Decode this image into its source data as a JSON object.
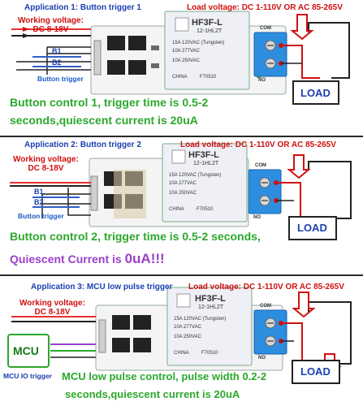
{
  "panel1": {
    "title": "Application 1: Button trigger 1",
    "load_voltage": "Load voltage: DC 1-110V OR AC 85-265V",
    "working_voltage_line1": "Working voltage:",
    "working_voltage_line2": "DC 8-18V",
    "button1": "B1",
    "button2": "B2",
    "trigger_label": "Button trigger",
    "load": "LOAD",
    "com": "COM",
    "no": "NO",
    "relay_model": "HF3F-L",
    "relay_sub": "12-1HL2T",
    "relay_spec1": "15A 120VAC (Tungsten)",
    "relay_spec2": "10A 277VAC",
    "relay_spec3": "10A 250VAC",
    "relay_country": "CHINA",
    "relay_code": "F70510",
    "desc_line1": "Button control 1, trigger time is 0.5-2",
    "desc_line2": "seconds,quiescent current is 20uA"
  },
  "panel2": {
    "title": "Application 2: Button trigger 2",
    "load_voltage": "Load voltage: DC 1-110V OR AC 85-265V",
    "working_voltage_line1": "Working voltage:",
    "working_voltage_line2": "DC 8-18V",
    "button1": "B1",
    "button2": "B2",
    "trigger_label": "Button trigger",
    "load": "LOAD",
    "com": "COM",
    "no": "NO",
    "relay_model": "HF3F-L",
    "relay_sub": "12-1HL2T",
    "relay_spec1": "15A 120VAC (Tungsten)",
    "relay_spec2": "10A 277VAC",
    "relay_spec3": "10A 250VAC",
    "relay_country": "CHINA",
    "relay_code": "F70510",
    "desc_line1": "Button control 2, trigger time is 0.5-2 seconds,",
    "desc_line2_prefix": "Quiescent Current is ",
    "desc_line2_value": "0uA!!!"
  },
  "panel3": {
    "title": "Application 3: MCU low pulse trigger",
    "load_voltage": "Load voltage: DC 1-110V OR AC 85-265V",
    "working_voltage_line1": "Working voltage:",
    "working_voltage_line2": "DC 8-18V",
    "mcu": "MCU",
    "mcu_trigger_label": "MCU IO trigger",
    "load": "LOAD",
    "com": "COM",
    "no": "NO",
    "relay_model": "HF3F-L",
    "relay_sub": "12-1HL2T",
    "relay_spec1": "15A 120VAC (Tungsten)",
    "relay_spec2": "10A 277VAC",
    "relay_spec3": "10A 250VAC",
    "relay_country": "CHINA",
    "relay_code": "F70510",
    "desc_line1": "MCU low pulse control, pulse width 0.2-2",
    "desc_line2": "seconds,quiescent current is 20uA"
  },
  "colors": {
    "title_blue": "#1a3fb0",
    "red": "#d01010",
    "green": "#2ca82c",
    "purple": "#9a3fc8",
    "relay_blue": "#2f7fd6",
    "terminal_blue": "#2d8ee0"
  }
}
